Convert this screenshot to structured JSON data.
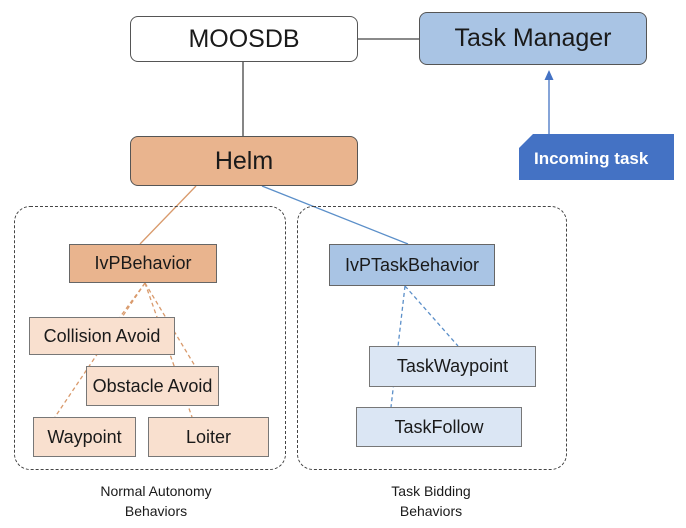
{
  "nodes": {
    "moosdb": "MOOSDB",
    "task_manager": "Task Manager",
    "helm": "Helm",
    "incoming_task": "Incoming task",
    "ivp_behavior": "IvPBehavior",
    "ivp_task_behavior": "IvPTaskBehavior",
    "collision_avoid": "Collision Avoid",
    "obstacle_avoid": "Obstacle Avoid",
    "waypoint": "Waypoint",
    "loiter": "Loiter",
    "task_waypoint": "TaskWaypoint",
    "task_follow": "TaskFollow"
  },
  "groups": {
    "normal_caption_line1": "Normal Autonomy",
    "normal_caption_line2": "Behaviors",
    "task_caption_line1": "Task Bidding",
    "task_caption_line2": "Behaviors"
  },
  "colors": {
    "orange_fill": "#e9b48e",
    "light_orange_fill": "#f9e0cf",
    "blue_fill": "#a9c4e4",
    "light_blue_fill": "#dbe6f4",
    "incoming_fill": "#4472c4",
    "orange_line": "#d99a6c",
    "blue_line": "#5b8fc9"
  }
}
